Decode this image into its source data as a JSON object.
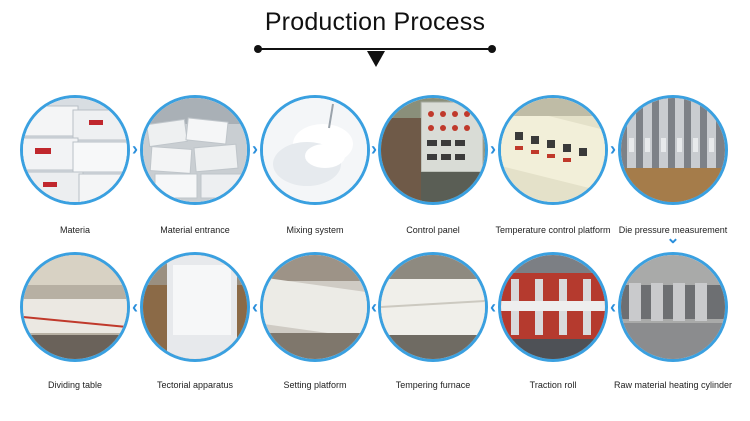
{
  "title": "Production Process",
  "colors": {
    "accent": "#3aa0e0",
    "arrow": "#2a8fdc",
    "text": "#222222"
  },
  "steps": [
    {
      "label": "Materia"
    },
    {
      "label": "Material entrance"
    },
    {
      "label": "Mixing system"
    },
    {
      "label": "Control panel"
    },
    {
      "label": "Temperature control platform"
    },
    {
      "label": "Die pressure measurement"
    },
    {
      "label": "Raw material heating cylinder"
    },
    {
      "label": "Traction roll"
    },
    {
      "label": "Tempering furnace"
    },
    {
      "label": "Setting platform"
    },
    {
      "label": "Tectorial apparatus"
    },
    {
      "label": "Dividing table"
    }
  ],
  "arrows": {
    "right": "›",
    "left": "‹",
    "down": "⌄"
  }
}
